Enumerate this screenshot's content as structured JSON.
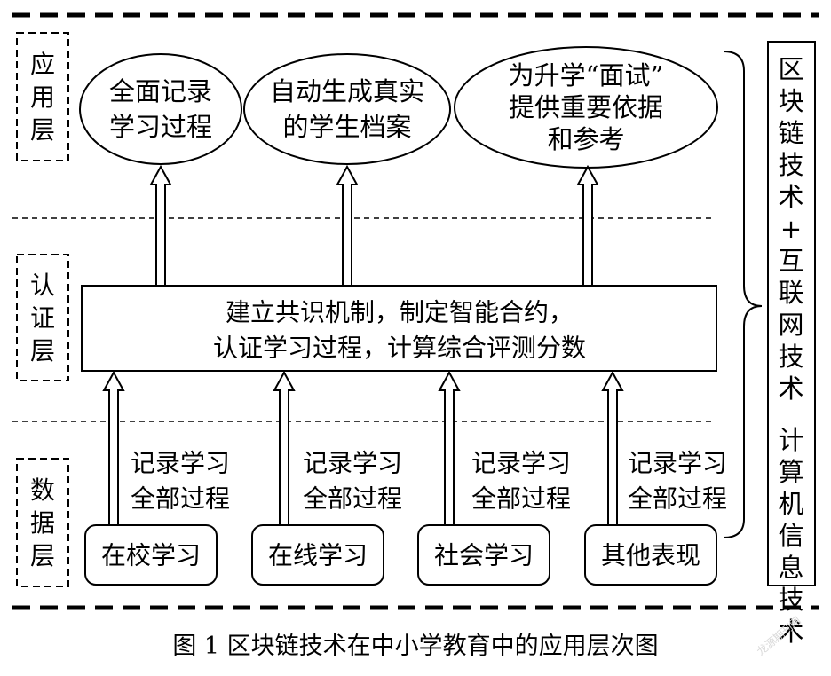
{
  "layers": {
    "application": "应用层",
    "certification": "认证层",
    "data": "数据层"
  },
  "application_goals": [
    [
      "全面记录",
      "学习过程"
    ],
    [
      "自动生成真实",
      "的学生档案"
    ],
    [
      "为升学“面试”",
      "提供重要依据",
      "和参考"
    ]
  ],
  "certification_box": [
    "建立共识机制，制定智能合约，",
    "认证学习过程，计算综合评测分数"
  ],
  "arrow_labels": [
    [
      "记录学习",
      "全部过程"
    ],
    [
      "记录学习",
      "全部过程"
    ],
    [
      "记录学习",
      "全部过程"
    ],
    [
      "记录学习",
      "全部过程"
    ]
  ],
  "data_sources": [
    "在校学习",
    "在线学习",
    "社会学习",
    "其他表现"
  ],
  "technology_label": "区块链技术+互联网技术 计算机信息技术",
  "caption": "图 1   区块链技术在中小学教育中的应用层次图",
  "watermark": "龙源期刊网"
}
